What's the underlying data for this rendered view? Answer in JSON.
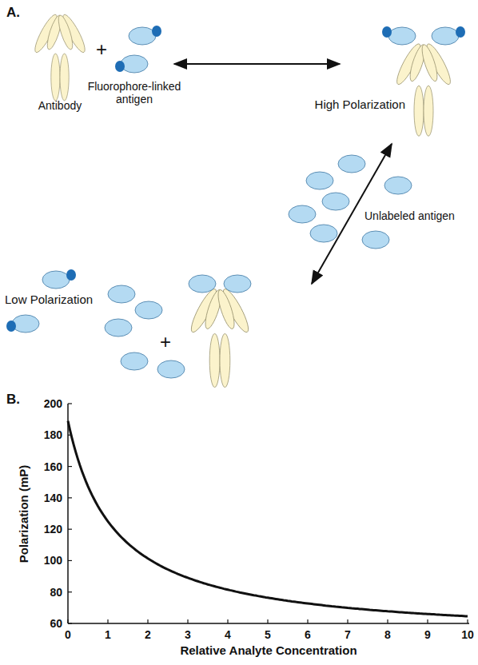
{
  "diagram": {
    "labels": [
      "A.",
      "Antibody",
      "+",
      "Fluorophore-linked antigen",
      "High Polarization",
      "Unlabeled antigen",
      "Low Polarization",
      "+",
      "B.",
      "200",
      "180",
      "160",
      "140",
      "120",
      "100",
      "80",
      "60",
      "0",
      "1",
      "2",
      "3",
      "4",
      "5",
      "6",
      "7",
      "8",
      "9",
      "10",
      "Polarization (mP)",
      "Relative Analyte Concentration"
    ]
  }
}
